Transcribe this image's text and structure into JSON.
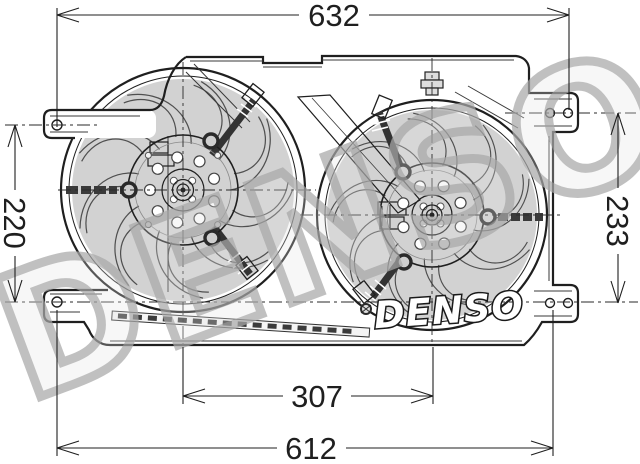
{
  "drawing": {
    "part_logo": "DENSO",
    "watermark": "DENSO",
    "dimensions": {
      "top_width": "632",
      "bottom_width": "612",
      "fan_spacing": "307",
      "left_height": "220",
      "right_height": "233"
    },
    "colors": {
      "line": "#1f1f1f",
      "blade_fill": "#d2d2d2",
      "hub_fill": "#e2e2e2",
      "watermark_gray": "#a9a9a9",
      "background": "#ffffff"
    }
  }
}
